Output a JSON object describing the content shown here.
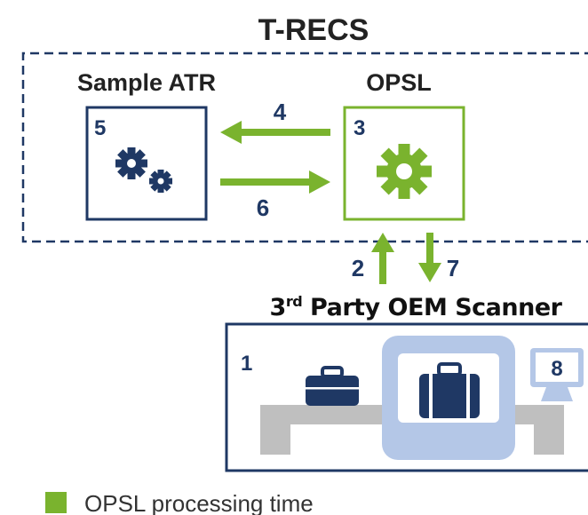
{
  "title": "T-RECS",
  "nodes": {
    "sample_atr": {
      "label": "Sample ATR",
      "number": "5"
    },
    "opsl": {
      "label": "OPSL",
      "number": "3"
    },
    "scanner": {
      "label_prefix": "3",
      "label_superscript": "rd",
      "label_suffix": " Party OEM Scanner",
      "number": "1"
    },
    "monitor": {
      "number": "8"
    }
  },
  "flows": {
    "opsl_to_atr": "4",
    "atr_to_opsl": "6",
    "scanner_to_opsl": "2",
    "opsl_to_scanner": "7"
  },
  "legend": {
    "label": "OPSL processing time",
    "swatch_color": "#7ab32e"
  },
  "colors": {
    "navy": "#1f3864",
    "green": "#7ab32e",
    "light_blue": "#b4c7e7",
    "gray": "#bfbfbf"
  }
}
